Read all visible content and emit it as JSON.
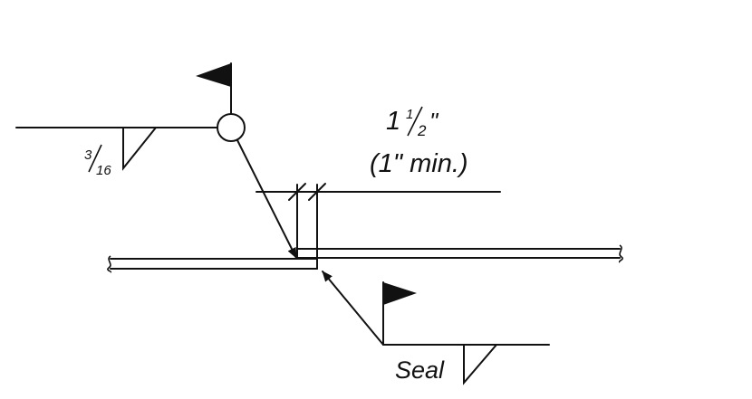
{
  "weld_top": {
    "size_num": "3",
    "size_den": "16",
    "weld_all_around": true,
    "field_weld": true,
    "symbol": "fillet"
  },
  "weld_bottom": {
    "text": "Seal",
    "field_weld": true,
    "symbol": "fillet"
  },
  "dimension": {
    "value_whole": "1",
    "value_num": "1",
    "value_den": "2",
    "value_unit": "\"",
    "note": "(1\" min.)"
  },
  "colors": {
    "ink": "#111111",
    "background": "#ffffff"
  }
}
